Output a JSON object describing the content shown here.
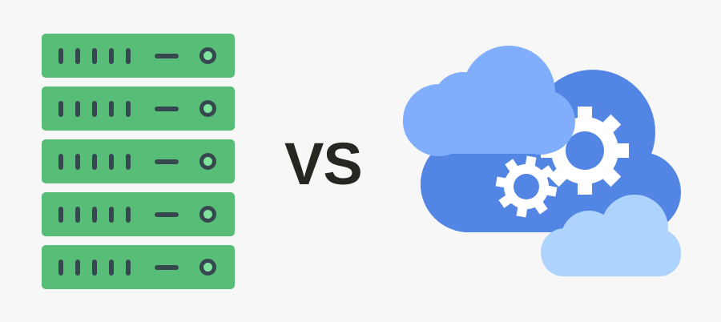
{
  "comparison": {
    "left": {
      "label": "On-premise server rack",
      "icon": "server-rack-icon",
      "units": 5,
      "color": "#58bd77",
      "led_color": "#7ee49b",
      "detail_color": "#37474f"
    },
    "separator": "VS",
    "right": {
      "label": "Cloud computing",
      "icon": "cloud-gears-icon",
      "colors": {
        "back_cloud": "#5386e4",
        "top_cloud": "#80aefd",
        "front_cloud": "#aed4fe",
        "gears": "#ffffff"
      }
    }
  }
}
